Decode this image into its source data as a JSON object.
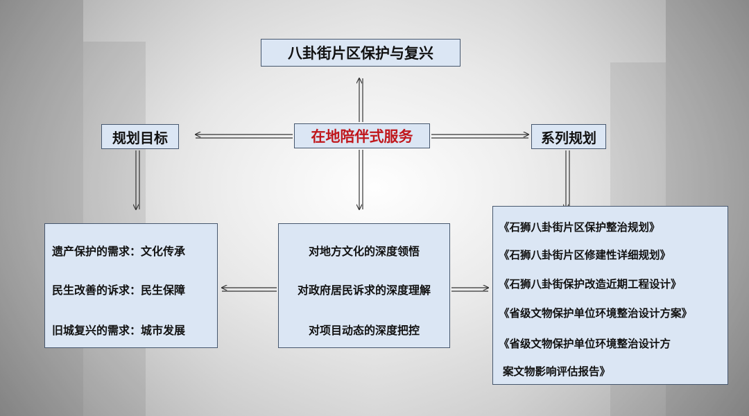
{
  "title": "八卦街片区保护与复兴",
  "center": "在地陪伴式服务",
  "left": {
    "title": "规划目标",
    "items": [
      "遗产保护的需求：文化传承",
      "民生改善的诉求：民生保障",
      "旧城复兴的需求：城市发展"
    ]
  },
  "middle": {
    "items": [
      "对地方文化的深度领悟",
      "对政府居民诉求的深度理解",
      "对项目动态的深度把控"
    ]
  },
  "right": {
    "title": "系列规划",
    "items": [
      "《石狮八卦街片区保护整治规划》",
      "《石狮八卦街片区修建性详细规划》",
      "《石狮八卦街保护改造近期工程设计》",
      "《省级文物保护单位环境整治设计方案》",
      "《省级文物保护单位环境整治设计方",
      "案文物影响评估报告》"
    ]
  },
  "colors": {
    "box_fill": "#dbe6f4",
    "box_border": "#45566d",
    "accent_red": "#c0161b"
  }
}
